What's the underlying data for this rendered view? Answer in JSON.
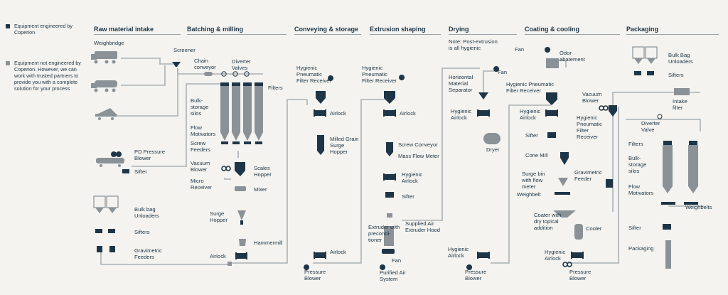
{
  "colors": {
    "coperion": "#1d3547",
    "other": "#8a9298",
    "line": "#aab1b6",
    "bg": "#f4f3ef"
  },
  "legend": {
    "coperion": "Equipment engineered by Coperion",
    "other": "Equipment not engineered by Coperion. However, we can work with trusted partners to provide you with a complete solution for your process"
  },
  "sections": {
    "raw": "Raw material intake",
    "batching": "Batching & milling",
    "conveying": "Conveying & storage",
    "extrusion": "Extrusion shaping",
    "drying": "Drying",
    "coating": "Coating & cooling",
    "packaging": "Packaging"
  },
  "raw": {
    "weighbridge": "Weighbridge",
    "screener": "Screener",
    "pd_pressure_blower": "PD Pressure Blower",
    "sifter": "Sifter",
    "bulk_bag_unloaders": "Bulk bag Unloaders",
    "sifters": "Sifters",
    "gravimetric_feeders": "Gravimetric Feeders"
  },
  "batching": {
    "chain_conveyor": "Chain conveyor",
    "diverter_valves": "Diverter Valves",
    "filters": "Filters",
    "bulk_storage_silos": "Bulk-storage silos",
    "flow_motivators": "Flow Motivators",
    "screw_feeders": "Screw Feeders",
    "vacuum_blower": "Vacuum Blower",
    "micro_receiver": "Micro Receiver",
    "scales_hopper": "Scales Hopper",
    "mixer": "Mixer",
    "surge_hopper": "Surge Hopper",
    "hammermill": "Hammermill",
    "airlock": "Airlock"
  },
  "conveying": {
    "receiver": "Hygienic Pneumatic Filter Receiver",
    "airlock_top": "Airlock",
    "milled_grain": "Milled Grain Surge Hopper",
    "airlock_bottom": "Airlock",
    "pressure_blower": "Pressure Blower"
  },
  "extrusion": {
    "receiver": "Hygienic Pneumatic Filter Receiver",
    "airlock": "Airlock",
    "screw_conveyor": "Screw Conveyor",
    "mass_flow_meter": "Mass Flow Meter",
    "hygienic_airlock": "Hygienic Airlock",
    "sifter": "Sifter",
    "supplied_air": "Supplied Air Extruder Hood",
    "extruder": "Extruder with precondi- tioner",
    "fan": "Fan",
    "purified_air": "Purified Air System"
  },
  "drying": {
    "note": "Note: Post-extrusion is all hygienic",
    "separator": "Horizontal Material Separator",
    "hygienic_airlock": "Hygienic Airlock",
    "dryer": "Dryer",
    "hygienic_airlock_bottom": "Hygienic Airlock",
    "pressure_blower": "Pressure Blower",
    "fan": "Fan"
  },
  "coating": {
    "fan": "Fan",
    "odor": "Odor abatement",
    "receiver": "Hygienic Pneumatic Filter Receiver",
    "hygienic_airlock": "Hygienic Airlock",
    "sifter": "Sifter",
    "cone_mill": "Cone Mill",
    "surge_bin": "Surge bin with flow meter",
    "weighbelt": "Weighbelt",
    "gravimetric_feeder": "Gravimetric Feeder",
    "coater": "Coater with dry topical addition",
    "cooler": "Cooler",
    "hygienic_airlock_bottom": "Hygienic Airlock",
    "pressure_blower": "Pressure Blower",
    "vacuum_blower": "Vacuum Blower",
    "receiver2": "Hygienic Pneumatic Filter Receiver"
  },
  "packaging": {
    "bulk_bag_unloaders": "Bulk Bag Unloaders",
    "sifters": "Sifters",
    "intake_filter": "Intake filter",
    "diverter_valve": "Diverter Valve",
    "filters": "Filters",
    "bulk_storage_silos": "Bulk-storage silos",
    "flow_motivators": "Flow Motivators",
    "weighbelts": "Weighbelts",
    "sifter": "Sifter",
    "packaging": "Packaging"
  }
}
